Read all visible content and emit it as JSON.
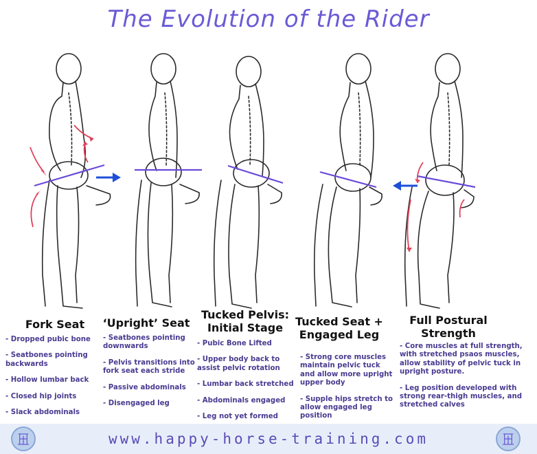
{
  "title": "The Evolution of the Rider",
  "stages": [
    {
      "title": "Fork Seat",
      "notes": [
        "- Dropped pubic bone",
        "- Seatbones pointing backwards",
        "- Hollow lumbar back",
        "- Closed hip joints",
        "- Slack abdominals"
      ]
    },
    {
      "title": "‘Upright’ Seat",
      "notes": [
        "- Seatbones pointing downwards",
        "- Pelvis transitions into fork seat each stride",
        "- Passive abdominals",
        "- Disengaged leg"
      ]
    },
    {
      "title": "Tucked Pelvis: Initial Stage",
      "notes": [
        "- Pubic Bone Lifted",
        "- Upper body back to assist pelvic rotation",
        "- Lumbar back stretched",
        "- Abdominals engaged",
        "- Leg not yet formed"
      ]
    },
    {
      "title": "Tucked Seat + Engaged Leg",
      "notes": [
        "- Strong core muscles maintain pelvic tuck and allow more upright upper body",
        "- Supple hips stretch to allow engaged leg position"
      ]
    },
    {
      "title": "Full Postural Strength",
      "notes": [
        "- Core muscles at full strength, with stretched psaos muscles, allow stability of pelvic tuck in upright posture.",
        "- Leg position developed with strong rear-thigh muscles, and stretched calves"
      ]
    }
  ],
  "footer": {
    "url": "www.happy-horse-training.com"
  },
  "colors": {
    "title": "#6a5ad6",
    "pelvis_line": "#6a4ad8",
    "arrow_blue": "#1d4fd8",
    "arrow_red": "#e0405a",
    "notes": "#4a3a90"
  }
}
